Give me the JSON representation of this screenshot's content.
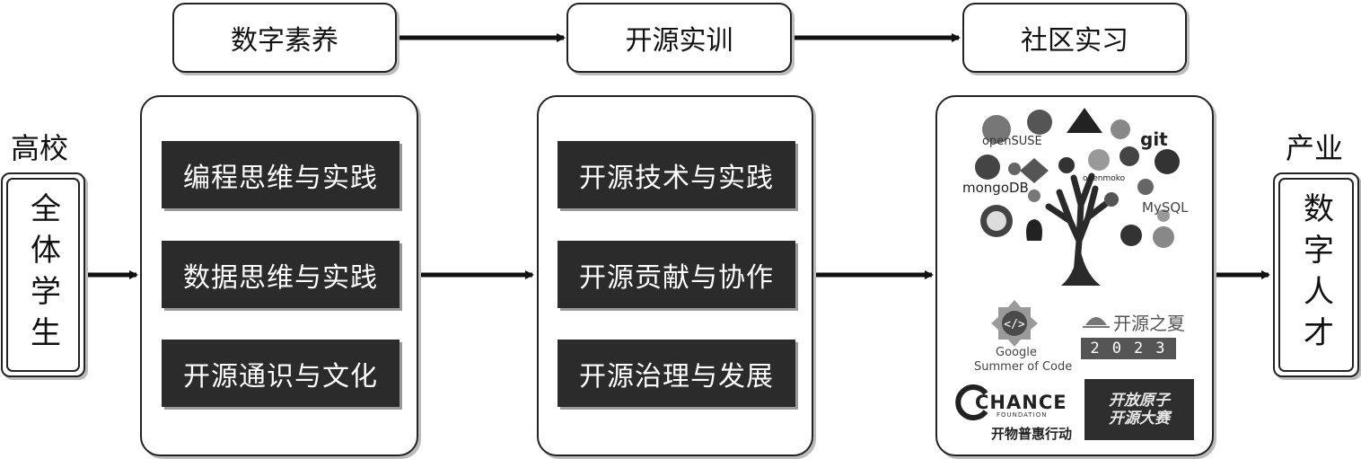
{
  "left": {
    "label": "高校",
    "box_text": "全体学生"
  },
  "right": {
    "label": "产业",
    "box_text": "数字人才"
  },
  "stages": [
    {
      "title": "数字素养",
      "items": [
        "编程思维与实践",
        "数据思维与实践",
        "开源通识与文化"
      ]
    },
    {
      "title": "开源实训",
      "items": [
        "开源技术与实践",
        "开源贡献与协作",
        "开源治理与发展"
      ]
    },
    {
      "title": "社区实习"
    }
  ],
  "logos": {
    "opensuse": "openSUSE",
    "git": "git",
    "mongodb": "mongoDB",
    "openmoko": "openmoko",
    "mysql": "MySQL",
    "gsoc_line1": "Google",
    "gsoc_line2": "Summer of Code",
    "summer_title": "开源之夏",
    "summer_year": "2023",
    "chance": "CHANCE",
    "chance_sub": "FOUNDATION",
    "chance_cn": "开物普惠行动",
    "atom_line1": "开放原子",
    "atom_line2": "开源大赛"
  },
  "colors": {
    "dark_item": "#2b2b2b",
    "border": "#222222"
  }
}
